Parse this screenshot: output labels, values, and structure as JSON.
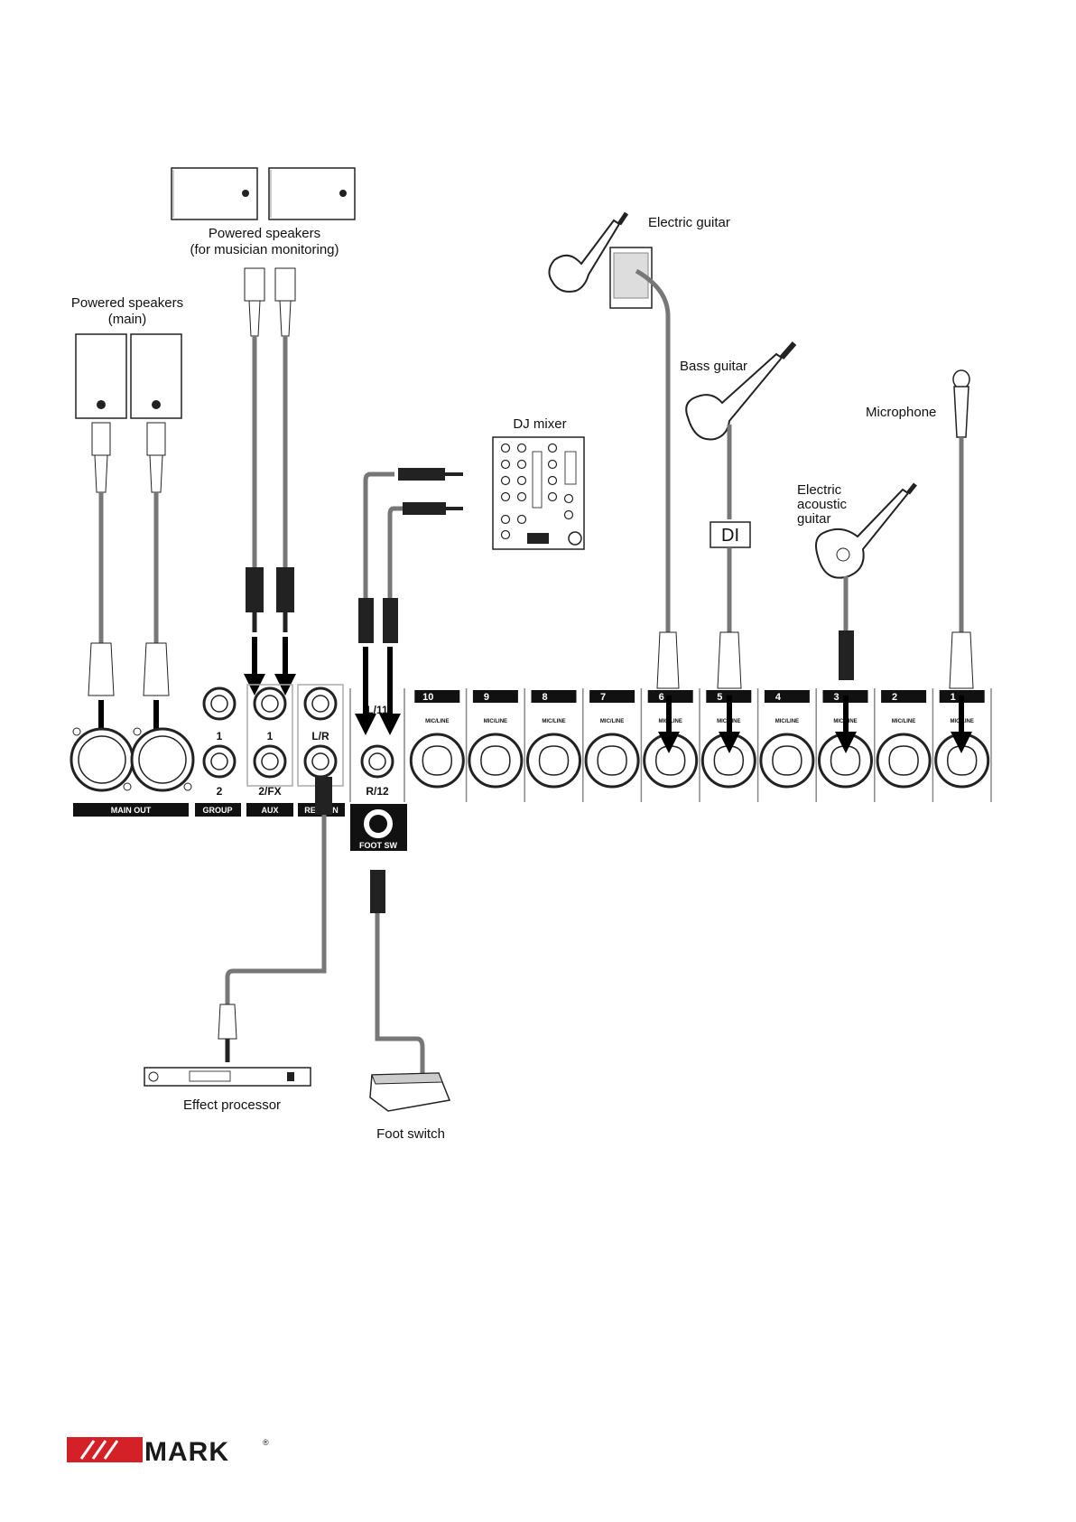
{
  "labels": {
    "speakers_monitor_line1": "Powered speakers",
    "speakers_monitor_line2": "(for musician monitoring)",
    "speakers_main_line1": "Powered speakers",
    "speakers_main_line2": "(main)",
    "electric_guitar": "Electric guitar",
    "bass_guitar": "Bass guitar",
    "microphone": "Microphone",
    "dj_mixer": "DJ mixer",
    "di_box": "DI",
    "electric_acoustic_line1": "Electric",
    "electric_acoustic_line2": "acoustic",
    "electric_acoustic_line3": "guitar",
    "effect_processor": "Effect processor",
    "foot_switch": "Foot switch"
  },
  "panel": {
    "group_top": "1",
    "group_bottom": "2",
    "aux_top": "1",
    "aux_bottom": "2/FX",
    "return_top": "L/R",
    "stereo_top": "L/11",
    "stereo_bottom": "R/12",
    "mic_line": "MIC/LINE",
    "channels": [
      "10",
      "9",
      "8",
      "7",
      "6",
      "5",
      "4",
      "3",
      "2",
      "1"
    ]
  },
  "sections": {
    "main_out": "MAIN OUT",
    "group": "GROUP",
    "aux": "AUX",
    "return": "RETURN",
    "foot_sw": "FOOT SW"
  },
  "brand": {
    "name": "MARK",
    "mark": "®",
    "color": "#d42027"
  }
}
